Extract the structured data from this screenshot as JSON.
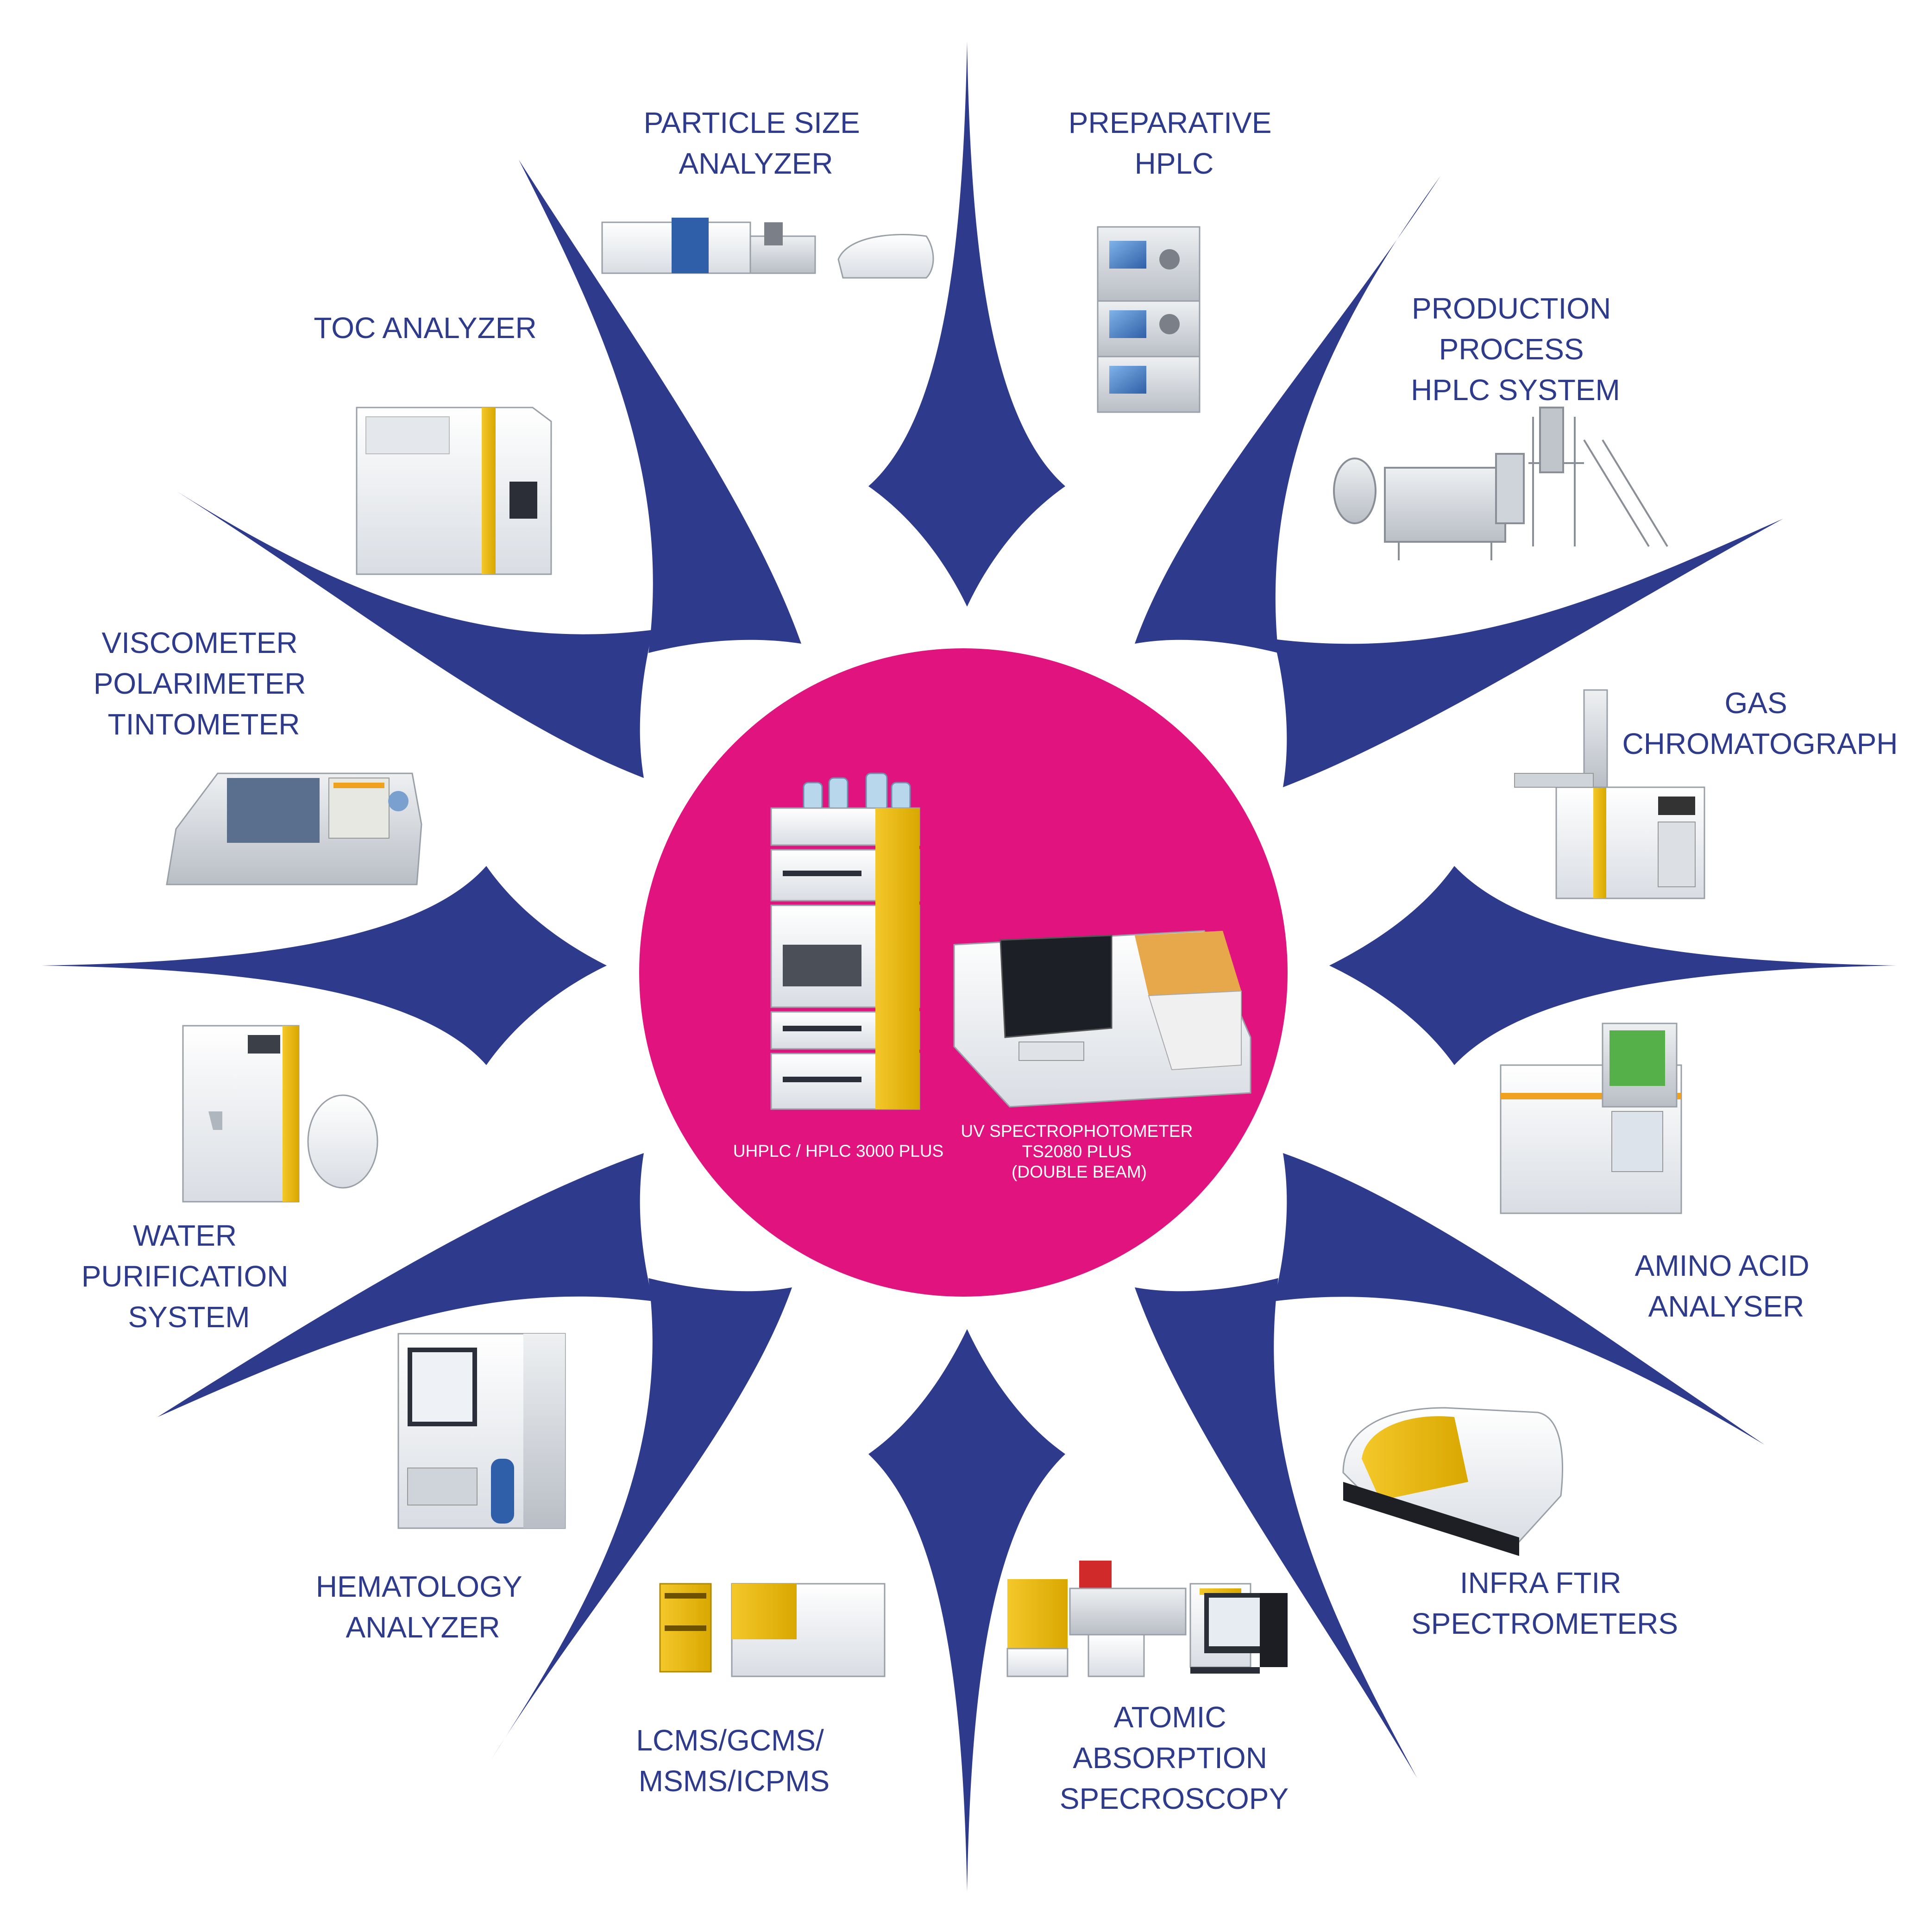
{
  "colors": {
    "spike": "#2e3a8c",
    "center_disc": "#e0137f",
    "label_text": "#2e3a8c",
    "center_text": "#ffffff",
    "background": "#ffffff"
  },
  "center": {
    "products": [
      {
        "id": "uhplc",
        "lines": [
          "UHPLC / HPLC 3000 PLUS"
        ]
      },
      {
        "id": "uv",
        "lines": [
          "UV SPECTROPHOTOMETER",
          "TS2080 PLUS",
          "(DOUBLE BEAM)"
        ]
      }
    ]
  },
  "instruments": [
    {
      "id": "particle-size-analyzer",
      "lines": [
        "PARTICLE SIZE",
        "ANALYZER"
      ],
      "icon": "particle-size-analyzer-icon"
    },
    {
      "id": "preparative-hplc",
      "lines": [
        "PREPARATIVE",
        "HPLC"
      ],
      "icon": "hplc-stack-icon"
    },
    {
      "id": "production-process-hplc",
      "lines": [
        "PRODUCTION",
        "PROCESS",
        "HPLC SYSTEM"
      ],
      "icon": "process-plant-icon"
    },
    {
      "id": "gas-chromatograph",
      "lines": [
        "GAS",
        "CHROMATOGRAPH"
      ],
      "icon": "gas-chromatograph-icon"
    },
    {
      "id": "amino-acid-analyser",
      "lines": [
        "AMINO ACID",
        "ANALYSER"
      ],
      "icon": "amino-acid-analyser-icon"
    },
    {
      "id": "infra-ftir",
      "lines": [
        "INFRA FTIR",
        "SPECTROMETERS"
      ],
      "icon": "ftir-spectrometer-icon"
    },
    {
      "id": "atomic-absorption",
      "lines": [
        "ATOMIC",
        "ABSORPTION",
        "SPECROSCOPY"
      ],
      "icon": "atomic-absorption-icon"
    },
    {
      "id": "lcms",
      "lines": [
        "LCMS/GCMS/",
        "MSMS/ICPMS"
      ],
      "icon": "lcms-icon"
    },
    {
      "id": "hematology-analyzer",
      "lines": [
        "HEMATOLOGY",
        "ANALYZER"
      ],
      "icon": "hematology-analyzer-icon"
    },
    {
      "id": "water-purification",
      "lines": [
        "WATER",
        "PURIFICATION",
        "SYSTEM"
      ],
      "icon": "water-purification-icon"
    },
    {
      "id": "viscometer",
      "lines": [
        "VISCOMETER",
        "POLARIMETER",
        "TINTOMETER"
      ],
      "icon": "polarimeter-icon"
    },
    {
      "id": "toc-analyzer",
      "lines": [
        "TOC ANALYZER"
      ],
      "icon": "toc-analyzer-icon"
    }
  ]
}
